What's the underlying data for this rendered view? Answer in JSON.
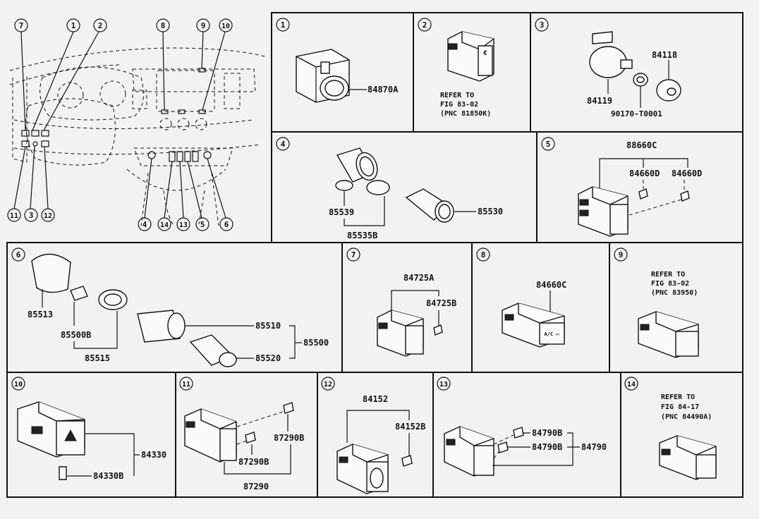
{
  "callouts": {
    "c1": "1",
    "c2": "2",
    "c3": "3",
    "c4": "4",
    "c5": "5",
    "c6": "6",
    "c7": "7",
    "c8": "8",
    "c9": "9",
    "c10": "10",
    "c11": "11",
    "c12": "12",
    "c13": "13",
    "c14": "14"
  },
  "panels": {
    "p1": {
      "num": "1",
      "parts": [
        "84870A"
      ]
    },
    "p2": {
      "num": "2",
      "refer": [
        "REFER TO",
        "FIG 83-02",
        "(PNC 81850K)"
      ]
    },
    "p3": {
      "num": "3",
      "parts": [
        "84118",
        "84119",
        "90170-T0001"
      ]
    },
    "p4": {
      "num": "4",
      "parts": [
        "85539",
        "85535B",
        "85530"
      ]
    },
    "p5": {
      "num": "5",
      "parts": [
        "88660C",
        "84660D",
        "84660D"
      ]
    },
    "p6": {
      "num": "6",
      "parts": [
        "85513",
        "85500B",
        "85515",
        "85510",
        "85500",
        "85520"
      ]
    },
    "p7": {
      "num": "7",
      "parts": [
        "84725A",
        "84725B"
      ]
    },
    "p8": {
      "num": "8",
      "parts": [
        "84660C"
      ]
    },
    "p9": {
      "num": "9",
      "refer": [
        "REFER TO",
        "FIG 83-02",
        "(PNC 83950)"
      ]
    },
    "p10": {
      "num": "10",
      "parts": [
        "84330",
        "84330B"
      ]
    },
    "p11": {
      "num": "11",
      "parts": [
        "87290B",
        "87290B",
        "87290"
      ]
    },
    "p12": {
      "num": "12",
      "parts": [
        "84152",
        "84152B"
      ]
    },
    "p13": {
      "num": "13",
      "parts": [
        "84790B",
        "84790B",
        "84790"
      ]
    },
    "p14": {
      "num": "14",
      "refer": [
        "REFER TO",
        "FIG 84-17",
        "(PNC 84490A)"
      ]
    }
  },
  "colors": {
    "line": "#111111",
    "background": "#f2f2f2"
  }
}
